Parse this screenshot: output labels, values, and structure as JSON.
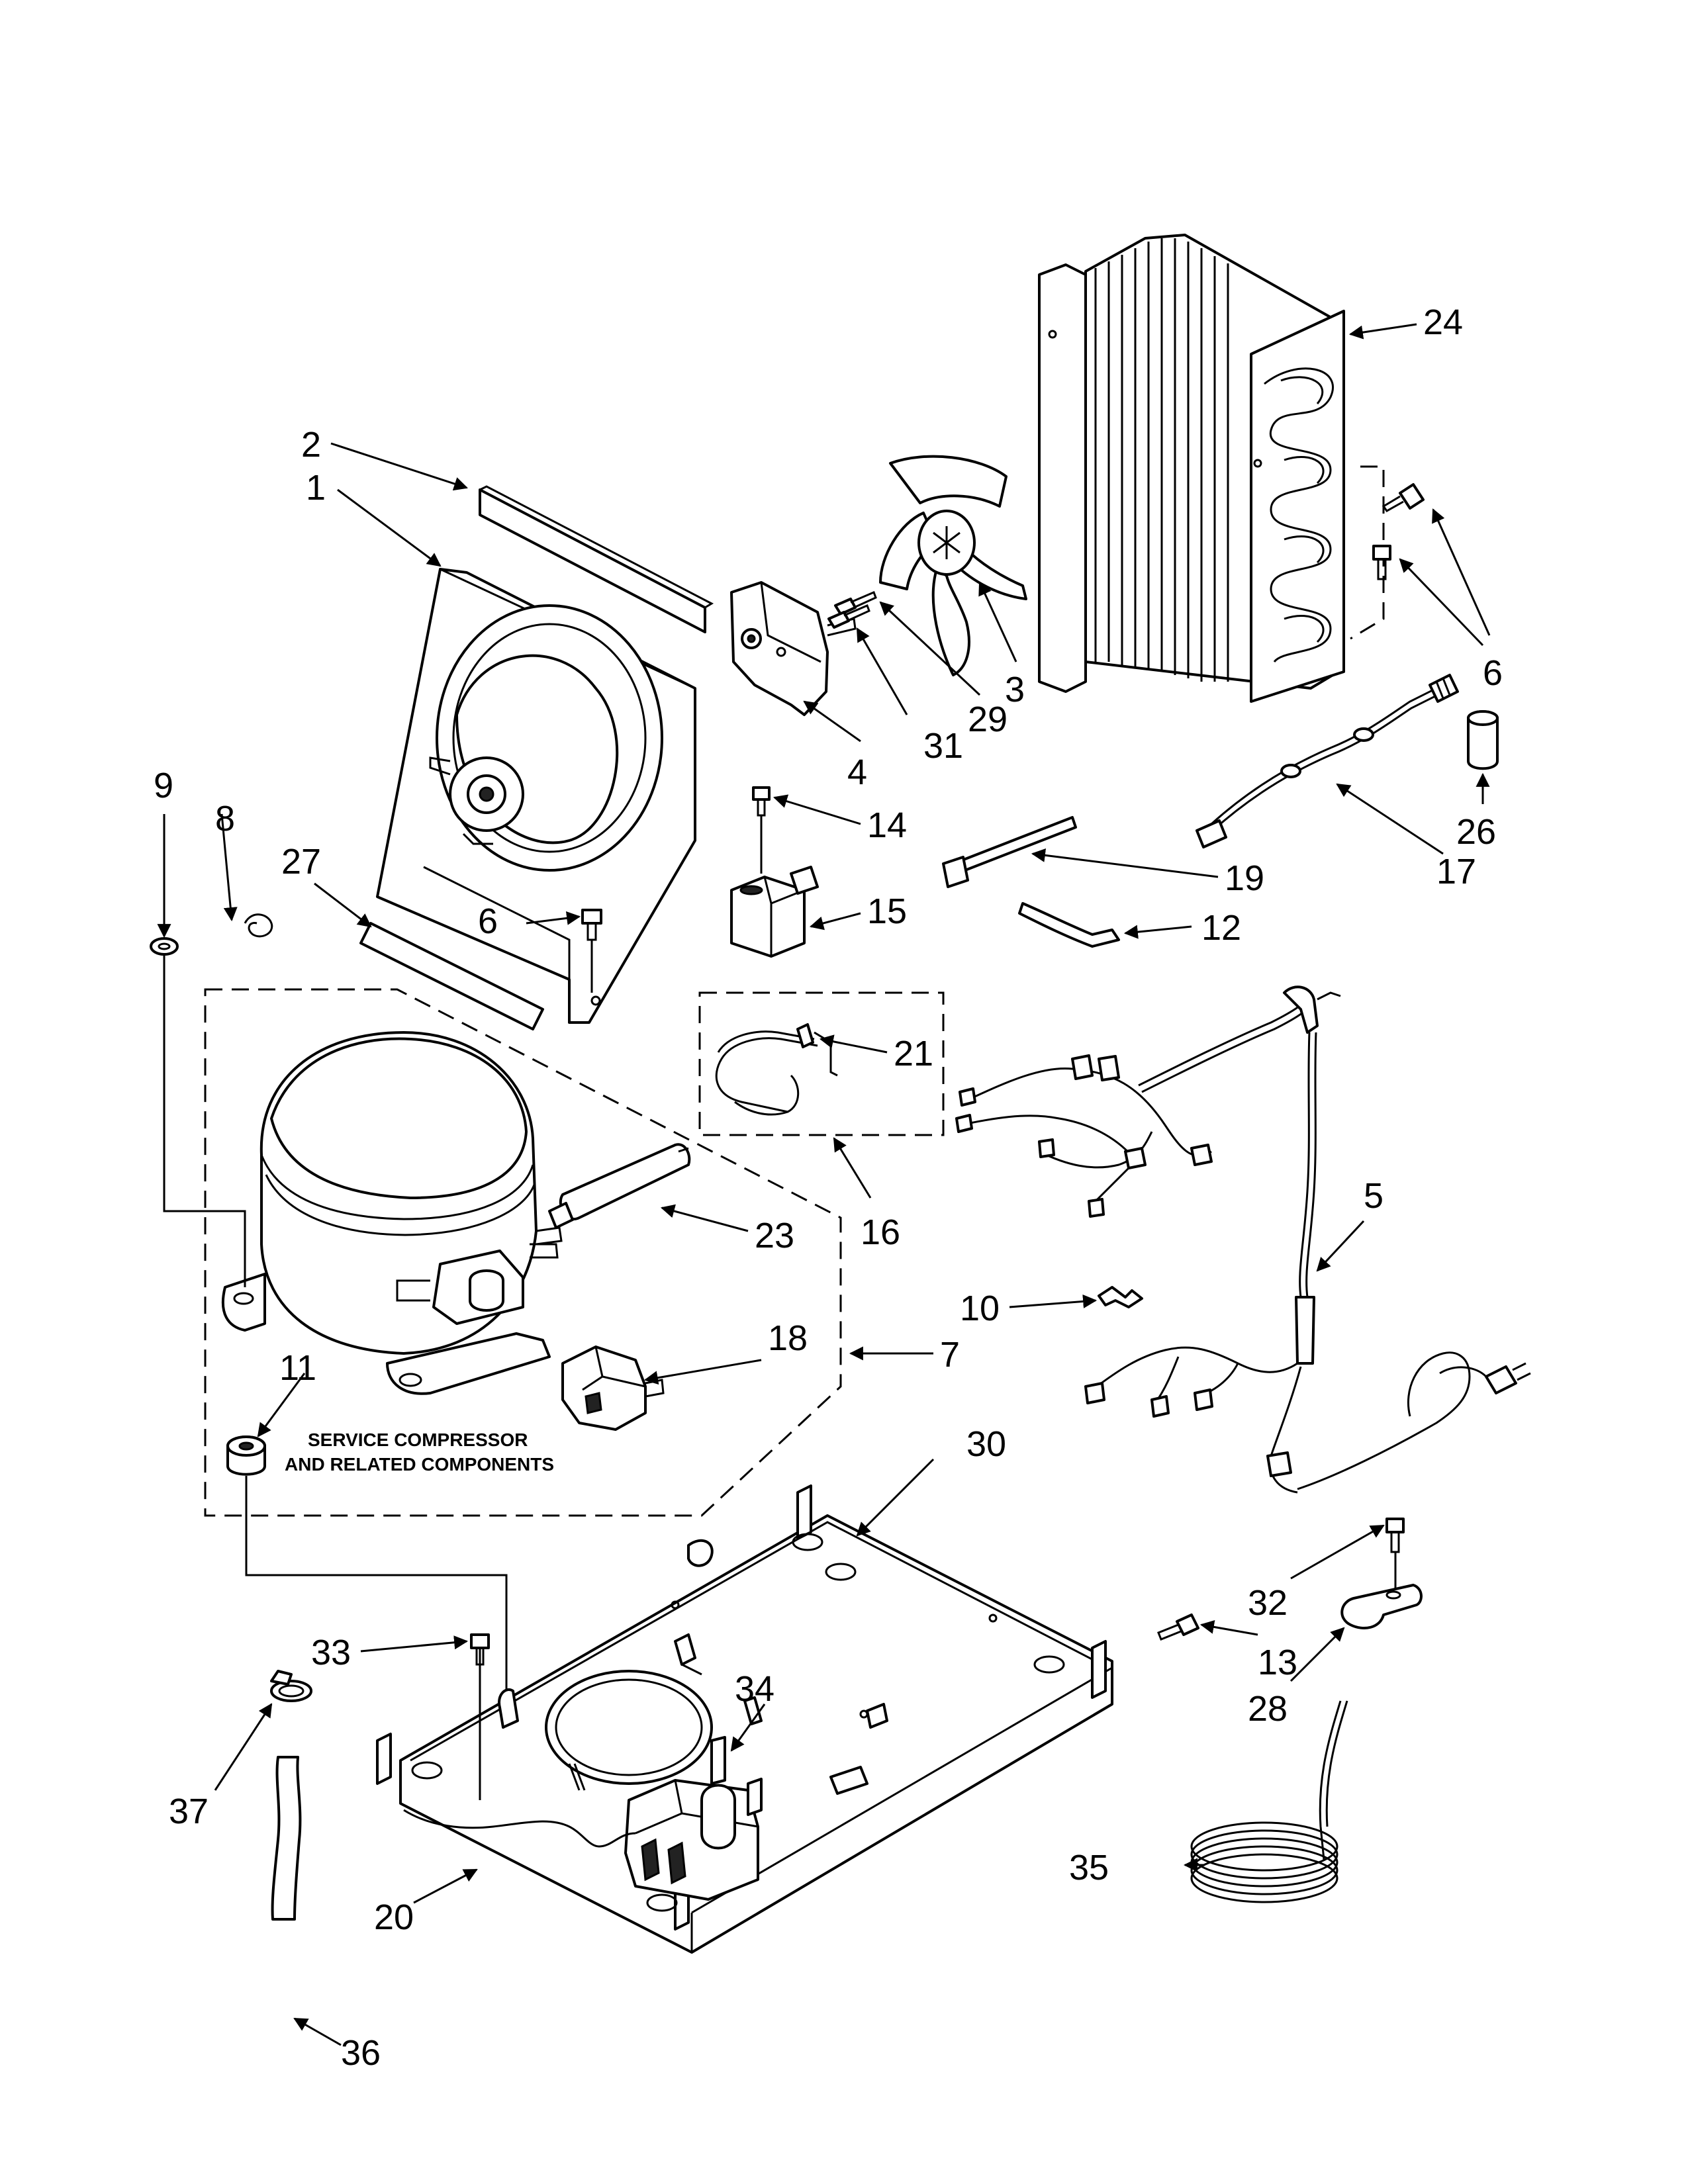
{
  "callouts": [
    {
      "id": "c1",
      "text": "1"
    },
    {
      "id": "c2",
      "text": "2"
    },
    {
      "id": "c3",
      "text": "3"
    },
    {
      "id": "c4",
      "text": "4"
    },
    {
      "id": "c5",
      "text": "5"
    },
    {
      "id": "c6a",
      "text": "6"
    },
    {
      "id": "c6b",
      "text": "6"
    },
    {
      "id": "c7",
      "text": "7"
    },
    {
      "id": "c8",
      "text": "8"
    },
    {
      "id": "c9",
      "text": "9"
    },
    {
      "id": "c10",
      "text": "10"
    },
    {
      "id": "c11",
      "text": "11"
    },
    {
      "id": "c12",
      "text": "12"
    },
    {
      "id": "c13",
      "text": "13"
    },
    {
      "id": "c14",
      "text": "14"
    },
    {
      "id": "c15",
      "text": "15"
    },
    {
      "id": "c16",
      "text": "16"
    },
    {
      "id": "c17",
      "text": "17"
    },
    {
      "id": "c18",
      "text": "18"
    },
    {
      "id": "c19",
      "text": "19"
    },
    {
      "id": "c20",
      "text": "20"
    },
    {
      "id": "c21",
      "text": "21"
    },
    {
      "id": "c23",
      "text": "23"
    },
    {
      "id": "c24",
      "text": "24"
    },
    {
      "id": "c26",
      "text": "26"
    },
    {
      "id": "c27",
      "text": "27"
    },
    {
      "id": "c28",
      "text": "28"
    },
    {
      "id": "c29",
      "text": "29"
    },
    {
      "id": "c30",
      "text": "30"
    },
    {
      "id": "c31",
      "text": "31"
    },
    {
      "id": "c32",
      "text": "32"
    },
    {
      "id": "c33",
      "text": "33"
    },
    {
      "id": "c34",
      "text": "34"
    },
    {
      "id": "c35",
      "text": "35"
    },
    {
      "id": "c36",
      "text": "36"
    },
    {
      "id": "c37",
      "text": "37"
    }
  ],
  "note": {
    "line1": "SERVICE COMPRESSOR",
    "line2": "AND RELATED COMPONENTS"
  }
}
